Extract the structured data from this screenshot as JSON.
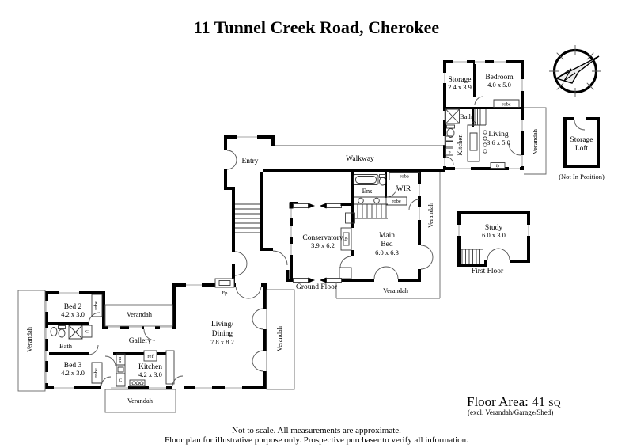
{
  "title": "11 Tunnel Creek Road, Cherokee",
  "cottage": {
    "storage": {
      "name": "Storage",
      "dims": "2.4 x 3.9"
    },
    "bedroom": {
      "name": "Bedroom",
      "dims": "4.0 x 5.0"
    },
    "robe": "robe",
    "bath": "Bath",
    "kitchen": "Kitchen",
    "pantry": "P",
    "living": {
      "name": "Living",
      "dims": "3.6 x 5.0"
    },
    "fp": "fp",
    "verandah": "Verandah"
  },
  "storage_loft": {
    "name": "Storage",
    "name2": "Loft",
    "note": "(Not In Position)"
  },
  "entry": "Entry",
  "walkway": "Walkway",
  "ground_floor": {
    "label": "Ground Floor",
    "conservatory": {
      "name": "Conservatory",
      "dims": "3.9 x 6.2"
    },
    "main_bed": {
      "name": "Main",
      "name2": "Bed",
      "dims": "6.0 x 6.3"
    },
    "ens": "Ens",
    "wir": "WIR",
    "robe_top": "robe",
    "robe_bottom": "robe",
    "fp": "fp",
    "verandah_right": "Verandah",
    "verandah_bottom": "Verandah"
  },
  "first_floor": {
    "label": "First Floor",
    "study": {
      "name": "Study",
      "dims": "6.0 x 3.0"
    }
  },
  "main_house": {
    "bed2": {
      "name": "Bed 2",
      "dims": "4.2 x 3.0"
    },
    "bed3": {
      "name": "Bed 3",
      "dims": "4.2 x 3.0"
    },
    "bath": "Bath",
    "gallery": "Gallery",
    "kitchen": {
      "name": "Kitchen",
      "dims": "4.2 x 3.0"
    },
    "living_dining": {
      "name": "Living/",
      "name2": "Dining",
      "dims": "7.8 x 8.2"
    },
    "fp": "Fp",
    "ref": "ref",
    "wm": "wm",
    "c_bath": "C",
    "c_kitchen": "C",
    "robe2": "robe",
    "robe3": "robe",
    "verandah_left": "Verandah",
    "verandah_top": "Verandah",
    "verandah_bottom": "Verandah",
    "verandah_right": "Verandah"
  },
  "floor_area": {
    "text": "Floor Area: 41",
    "unit": "SQ",
    "note": "(excl. Verandah/Garage/Shed)"
  },
  "disclaimer": {
    "line1": "Not to scale. All measurements are approximate.",
    "line2": "Floor plan for illustrative purpose only. Prospective purchaser to verify all information."
  }
}
